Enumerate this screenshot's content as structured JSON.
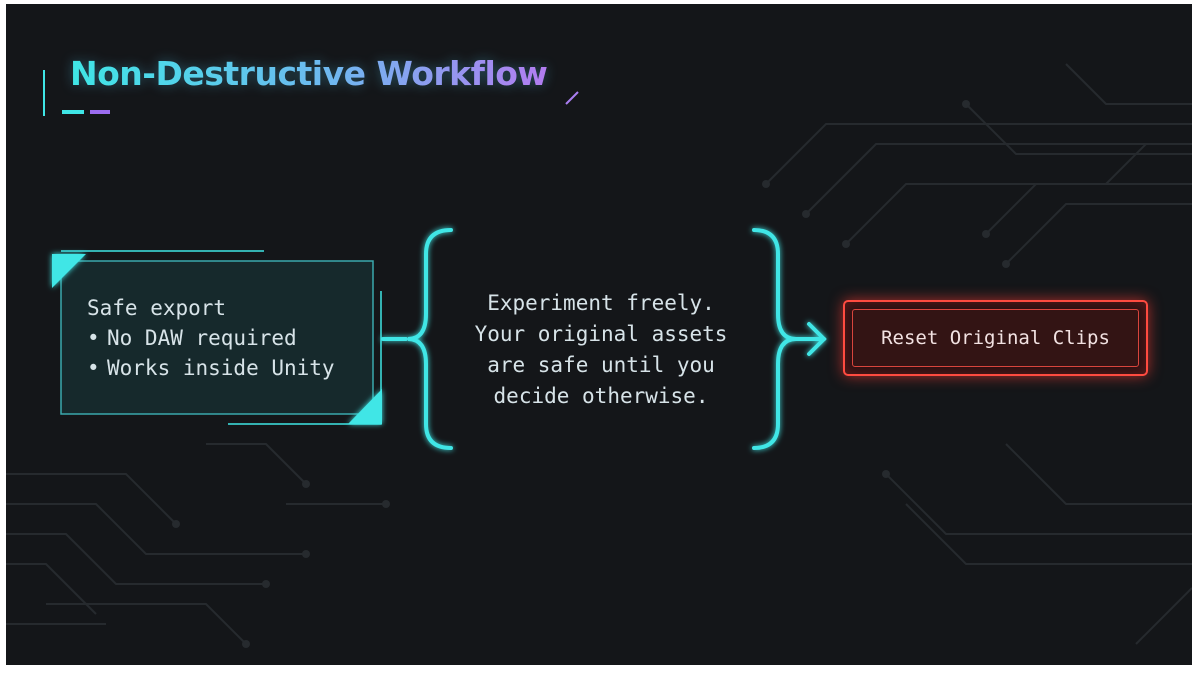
{
  "slide": {
    "title": "Non-Destructive Workflow"
  },
  "features_box": {
    "heading": "Safe export",
    "items": [
      "No DAW required",
      "Works inside Unity"
    ],
    "bullet": "•"
  },
  "message": {
    "lines": [
      "Experiment freely.",
      "Your original assets",
      "are safe until you",
      "decide otherwise."
    ]
  },
  "action": {
    "label": "Reset Original Clips"
  },
  "colors": {
    "background": "#141619",
    "accent_cyan": "#3fe6e6",
    "accent_purple": "#b27cf0",
    "button_red": "#ff4b40"
  }
}
